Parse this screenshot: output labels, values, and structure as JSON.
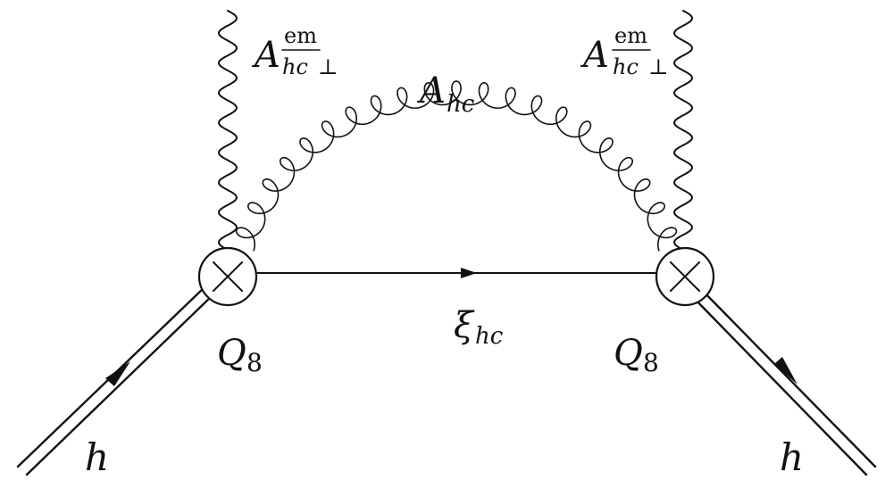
{
  "diagram": {
    "photon_label_left": {
      "base": "A",
      "sup": "em",
      "sub": "hc",
      "perp": "⊥"
    },
    "photon_label_right": {
      "base": "A",
      "sup": "em",
      "sub": "hc",
      "perp": "⊥"
    },
    "gluon_label": {
      "base": "A",
      "sub": "hc"
    },
    "quark_label": {
      "base": "ξ",
      "sub": "hc"
    },
    "vertex_left_label": {
      "base": "Q",
      "sub": "8"
    },
    "vertex_right_label": {
      "base": "Q",
      "sub": "8"
    },
    "heavy_left_label": "h",
    "heavy_right_label": "h",
    "vertex_symbol": "⊗"
  }
}
